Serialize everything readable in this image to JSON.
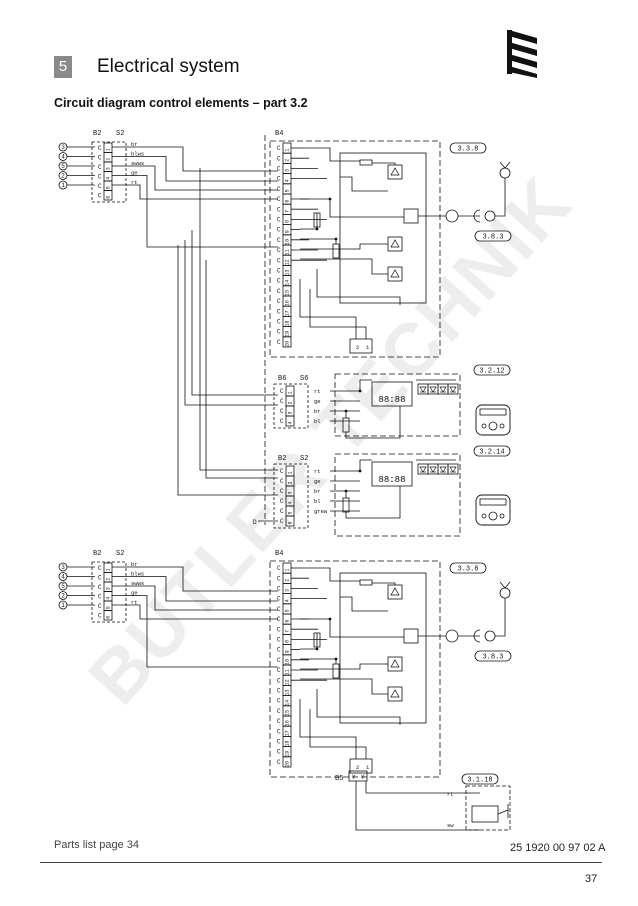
{
  "header": {
    "section_number": "5",
    "section_title": "Electrical system",
    "subtitle": "Circuit diagram control elements – part 3.2"
  },
  "diagram": {
    "top": {
      "inputs": [
        "3",
        "4",
        "5",
        "2",
        "1"
      ],
      "plug_b2": "B2",
      "plug_s2": "S2",
      "wires": [
        "br",
        "blws",
        "swws",
        "ge",
        "rt"
      ],
      "pins6": [
        "1",
        "2",
        "3",
        "4",
        "5",
        "6"
      ],
      "block_b4": "B4",
      "pins20": [
        "1",
        "2",
        "3",
        "4",
        "5",
        "6",
        "7",
        "8",
        "9",
        "10",
        "11",
        "12",
        "13",
        "14",
        "15",
        "16",
        "17",
        "18",
        "19",
        "20"
      ],
      "refs": [
        "3.3.8",
        "3.8.3"
      ],
      "conn_pins": [
        "2",
        "1"
      ]
    },
    "b6_panel": {
      "label_b6": "B6",
      "label_s6": "S6",
      "wires": [
        "rt",
        "ge",
        "br",
        "bl"
      ],
      "pins": [
        "1",
        "2",
        "3",
        "4"
      ],
      "ref": "3.2.12",
      "display": "88:88"
    },
    "b2_panel": {
      "label_b2": "B2",
      "label_s2": "S2",
      "wires": [
        "rt",
        "ge",
        "br",
        "bl",
        "grew"
      ],
      "pins": [
        "1",
        "2",
        "3",
        "4",
        "5",
        "6"
      ],
      "ref": "3.2.14",
      "display": "88:88"
    },
    "bottom": {
      "inputs": [
        "3",
        "4",
        "5",
        "2",
        "1"
      ],
      "plug_b2": "B2",
      "plug_s2": "S2",
      "wires": [
        "br",
        "blws",
        "swws",
        "ge",
        "rt"
      ],
      "pins6": [
        "1",
        "2",
        "3",
        "4",
        "5",
        "6"
      ],
      "block_b4": "B4",
      "pins20": [
        "1",
        "2",
        "3",
        "4",
        "5",
        "6",
        "7",
        "8",
        "9",
        "10",
        "11",
        "12",
        "13",
        "14",
        "15",
        "16",
        "17",
        "18",
        "19",
        "20"
      ],
      "refs": [
        "3.3.8",
        "3.8.3"
      ],
      "conn_pins": [
        "2",
        "1"
      ],
      "b5": "B5",
      "sub_ref": "3.1.18",
      "sub_labels": [
        "rt",
        "sw"
      ]
    }
  },
  "watermark": "BUTLER TECHNIK",
  "footer": {
    "parts_list": "Parts list page 34",
    "doc_number": "25 1920 00 97 02 A",
    "page_number": "37"
  }
}
